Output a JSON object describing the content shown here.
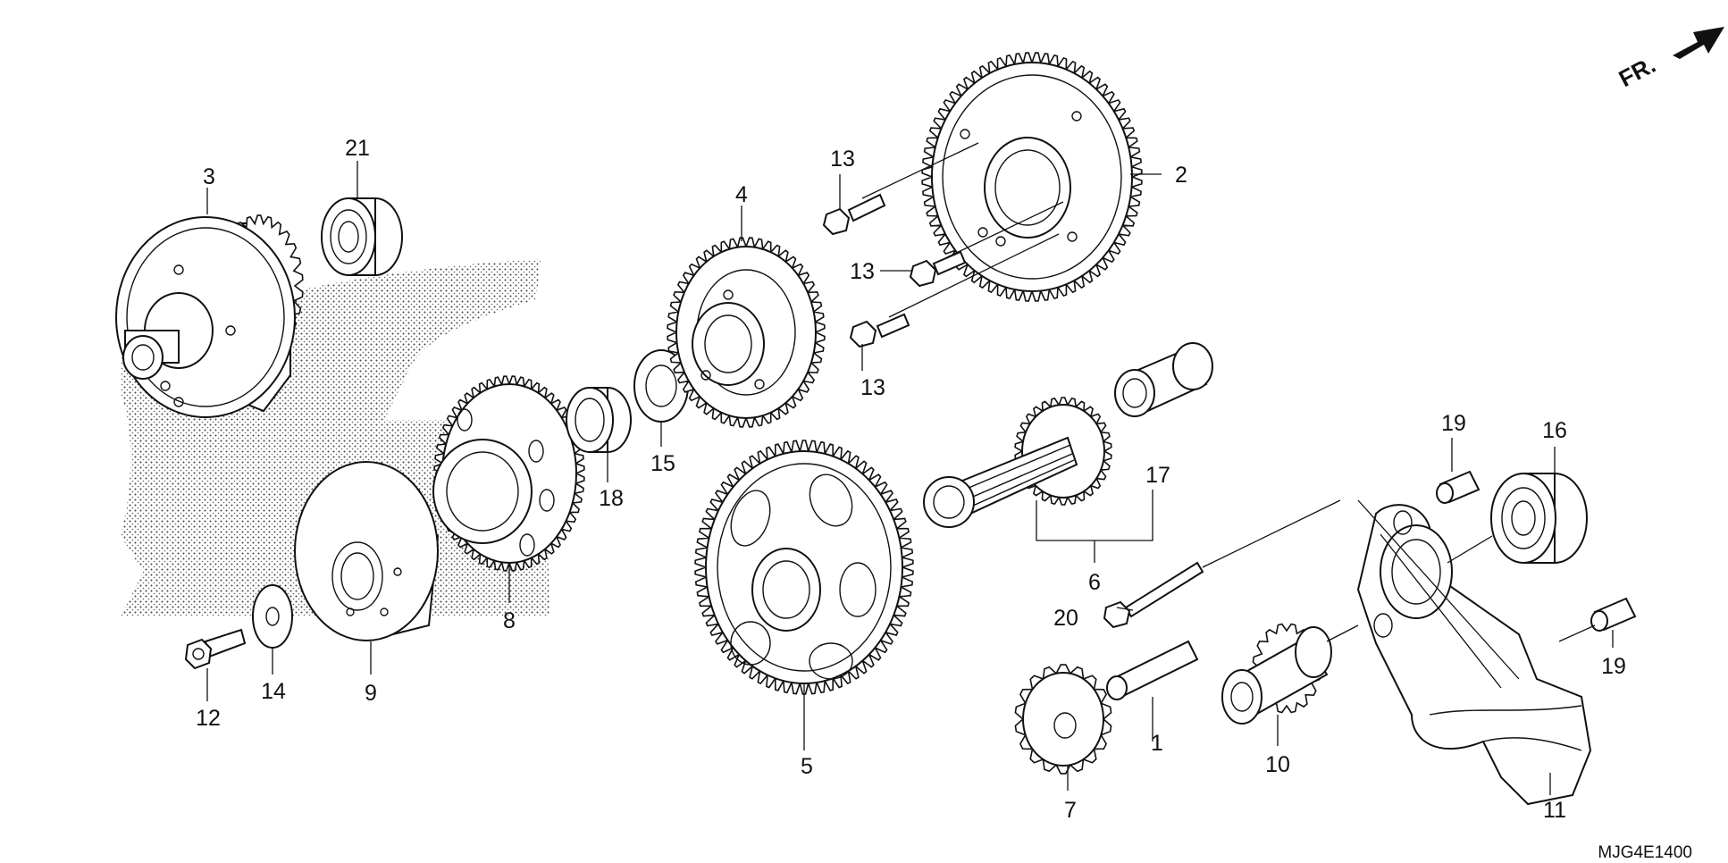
{
  "diagram_code": "MJG4E1400",
  "direction_label": "FR.",
  "callouts": {
    "p1": "1",
    "p2": "2",
    "p3": "3",
    "p4": "4",
    "p5": "5",
    "p6": "6",
    "p7": "7",
    "p8": "8",
    "p9": "9",
    "p10": "10",
    "p11": "11",
    "p12": "12",
    "p13a": "13",
    "p13b": "13",
    "p13c": "13",
    "p14": "14",
    "p15": "15",
    "p16": "16",
    "p17": "17",
    "p18": "18",
    "p19a": "19",
    "p19b": "19",
    "p20": "20",
    "p21": "21"
  }
}
